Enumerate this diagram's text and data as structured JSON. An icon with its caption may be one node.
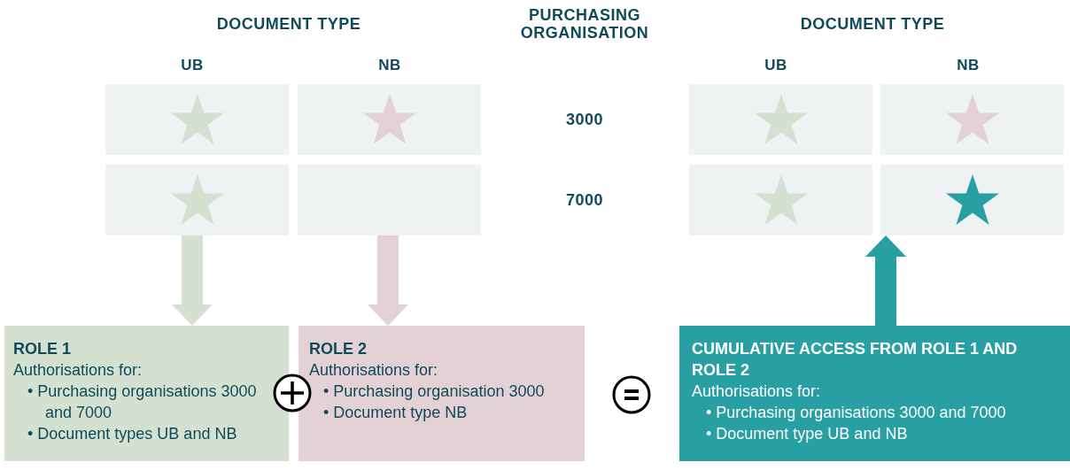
{
  "diagram": {
    "nodes": [
      {
        "text": [],
        "shape": "box"
      },
      {
        "text": [],
        "shape": "box"
      },
      {
        "text": [],
        "shape": "box"
      },
      {
        "text": [],
        "shape": "box"
      },
      {
        "text": [],
        "shape": "box"
      },
      {
        "text": [],
        "shape": "box"
      },
      {
        "text": [],
        "shape": "box"
      },
      {
        "text": [],
        "shape": "box"
      },
      {
        "text": [
          "ROLE 1",
          "Authorisations for:",
          "• Purchasing organisations 3000 and 7000",
          "• Document types UB and NB"
        ]
      },
      {
        "text": [
          "ROLE 2",
          "Authorisations for:",
          "• Purchasing organisation 3000",
          "• Document type NB"
        ]
      },
      {
        "text": [
          "CUMULATIVE ACCESS FROM ROLE 1 AND ROLE 2",
          "Authorisations for:",
          "• Purchasing organisations 3000 and 7000",
          "• Document type UB and NB"
        ]
      }
    ],
    "edges": [
      {
        "from": 2,
        "to": 8,
        "arrow": "to",
        "color": "#d4e1d0"
      },
      {
        "from": 3,
        "to": 9,
        "arrow": "to",
        "color": "#e3d1d6"
      },
      {
        "from": 10,
        "to": 7,
        "arrow": "to",
        "color": "#279fa3"
      }
    ],
    "labels": [
      "DOCUMENT TYPE",
      "PURCHASING ORGANISATION",
      "DOCUMENT TYPE",
      "UB",
      "NB",
      "UB",
      "NB",
      "3000",
      "7000"
    ]
  }
}
